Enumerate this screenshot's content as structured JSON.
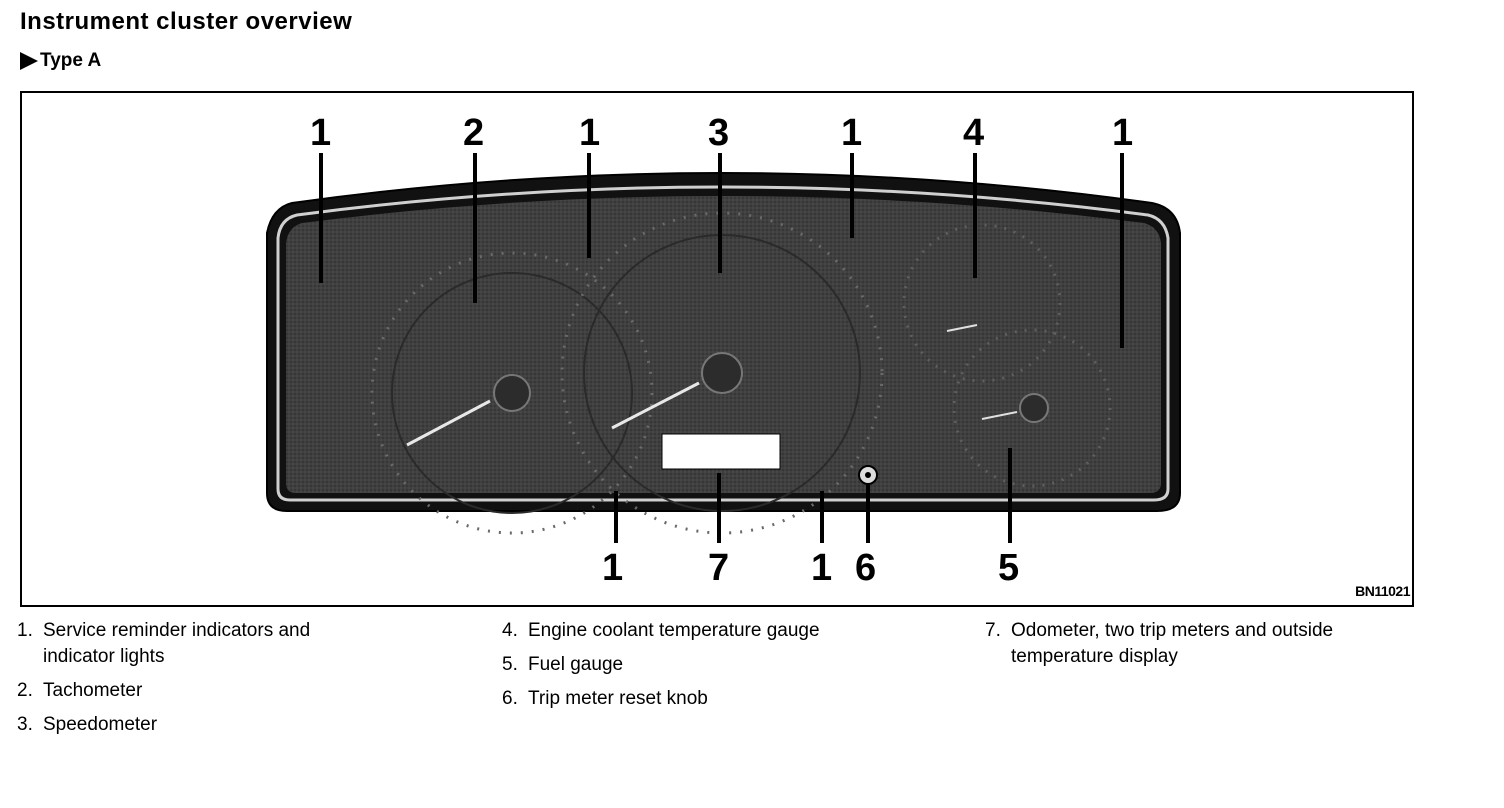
{
  "title": "Instrument cluster overview",
  "type_label": "Type A",
  "figure_code": "BN11021",
  "callouts": [
    "1",
    "2",
    "1",
    "3",
    "1",
    "4",
    "1",
    "1",
    "7",
    "1",
    "6",
    "5"
  ],
  "legend": [
    {
      "num": "1.",
      "text": "Service reminder indicators and indicator lights"
    },
    {
      "num": "2.",
      "text": "Tachometer"
    },
    {
      "num": "3.",
      "text": "Speedometer"
    },
    {
      "num": "4.",
      "text": "Engine coolant temperature gauge"
    },
    {
      "num": "5.",
      "text": "Fuel gauge"
    },
    {
      "num": "6.",
      "text": "Trip meter reset knob"
    },
    {
      "num": "7.",
      "text": "Odometer, two trip meters and outside temperature display"
    }
  ],
  "colors": {
    "panel_fill": "#3a3a3a",
    "panel_dark": "#1e1e1e",
    "bezel": "#111111",
    "display_window": "#ffffff"
  }
}
